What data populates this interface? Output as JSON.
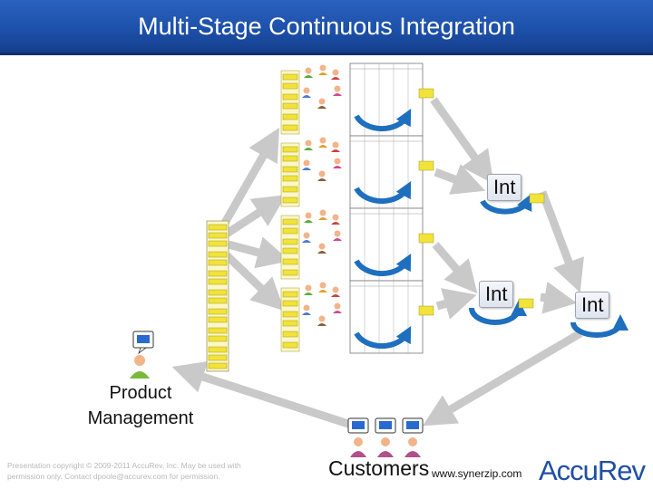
{
  "title": "Multi-Stage Continuous Integration",
  "int_labels": [
    "Int",
    "Int",
    "Int"
  ],
  "product_management": "Product Management",
  "customers": "Customers",
  "website": "www.synerzip.com",
  "copyright": "Presentation copyright © 2009-2011 AccuRev, Inc. May be used with permission only. Contact dpoole@accurev.com for permission.",
  "logo": "AccuRev",
  "colors": {
    "title_bar": "#1c4fa8",
    "cycle_arrow": "#1f6fbf",
    "flow_arrow": "#c9c9c9",
    "backlog_card": "#f2e33a",
    "logo": "#1f4fa3"
  },
  "icons": [
    "person-icon",
    "speech-bubble-icon",
    "cycle-arrow-icon",
    "task-board-icon",
    "backlog-column-icon"
  ]
}
